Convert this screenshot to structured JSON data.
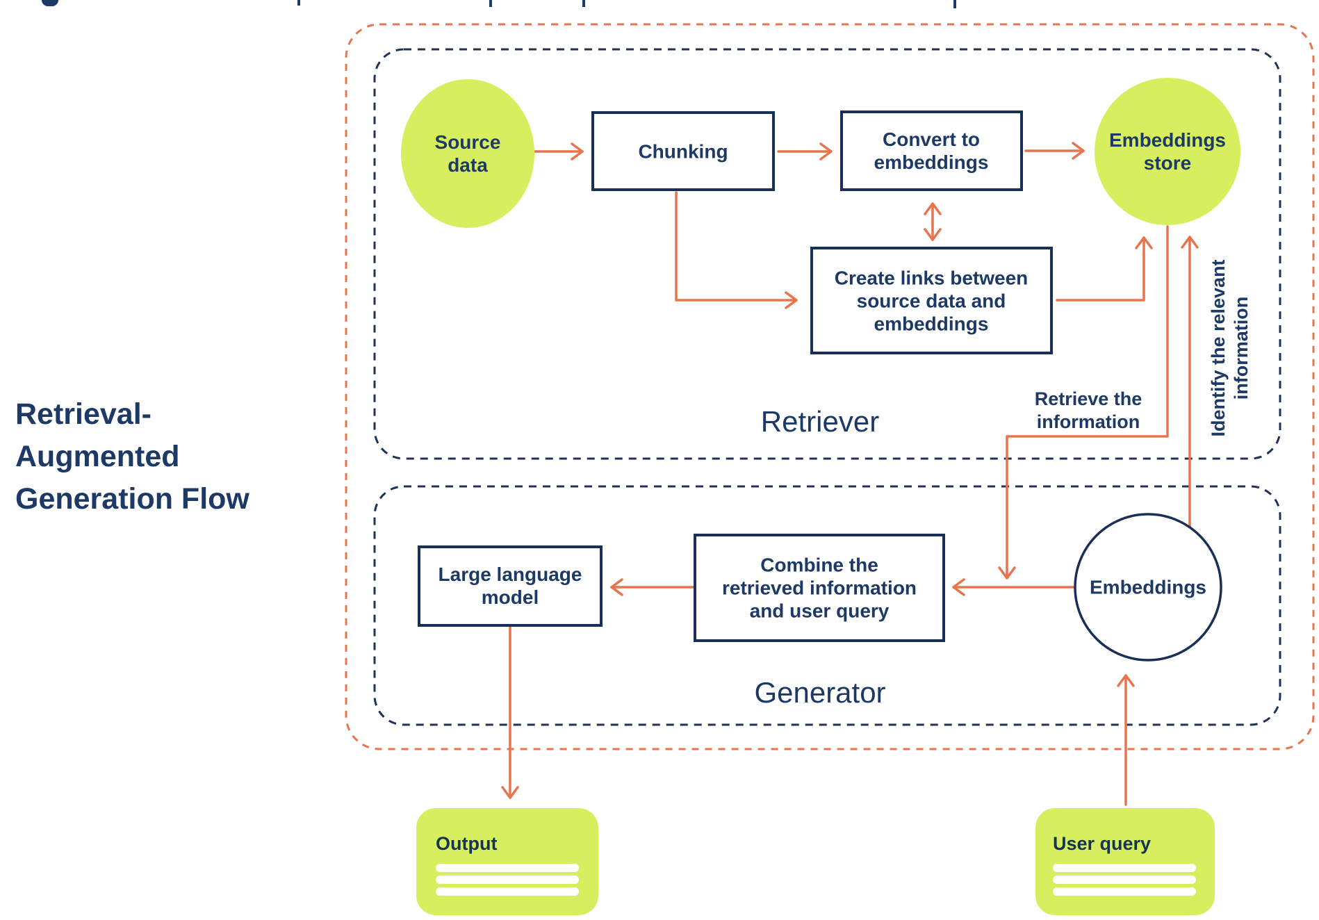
{
  "page": {
    "background": "#ffffff"
  },
  "colors": {
    "lime": "#d7ef5f",
    "orange": "#e8744e",
    "navy_border": "#1a2f55",
    "navy_text": "#1d3965",
    "navy_dash": "#1e3357",
    "white": "#ffffff"
  },
  "title": {
    "lines": [
      "Retrieval-",
      "Augmented",
      "Generation Flow"
    ]
  },
  "sections": {
    "retriever": {
      "label": "Retriever",
      "border": "dashed-navy"
    },
    "generator": {
      "label": "Generator",
      "border": "dashed-navy"
    },
    "outer": {
      "border": "dashed-orange"
    }
  },
  "nodes": {
    "source_data": {
      "shape": "circle",
      "fill": "lime",
      "lines": [
        "Source",
        "data"
      ]
    },
    "chunking": {
      "shape": "rect",
      "fill": "white",
      "lines": [
        "Chunking"
      ]
    },
    "convert": {
      "shape": "rect",
      "fill": "white",
      "lines": [
        "Convert to",
        "embeddings"
      ]
    },
    "store": {
      "shape": "circle",
      "fill": "lime",
      "lines": [
        "Embeddings",
        "store"
      ]
    },
    "create_links": {
      "shape": "rect",
      "fill": "white",
      "lines": [
        "Create links between",
        "source data and",
        "embeddings"
      ]
    },
    "llm": {
      "shape": "rect",
      "fill": "white",
      "lines": [
        "Large language",
        "model"
      ]
    },
    "combine": {
      "shape": "rect",
      "fill": "white",
      "lines": [
        "Combine the",
        "retrieved information",
        "and user query"
      ]
    },
    "embeddings": {
      "shape": "circle",
      "fill": "white",
      "lines": [
        "Embeddings"
      ]
    }
  },
  "annotations": {
    "retrieve": {
      "lines": [
        "Retrieve the",
        "information"
      ],
      "orientation": "horizontal"
    },
    "identify": {
      "lines": [
        "Identify the relevant",
        "information"
      ],
      "orientation": "rotated-90"
    }
  },
  "cards": {
    "output": {
      "label": "Output",
      "placeholder_lines": 3
    },
    "user_query": {
      "label": "User query",
      "placeholder_lines": 3
    }
  },
  "edges": [
    {
      "from": "source_data",
      "to": "chunking"
    },
    {
      "from": "chunking",
      "to": "convert"
    },
    {
      "from": "convert",
      "to": "store"
    },
    {
      "from": "chunking",
      "to": "create_links"
    },
    {
      "from": "convert",
      "to": "create_links",
      "bidirectional": true
    },
    {
      "from": "create_links",
      "to": "store"
    },
    {
      "from": "store",
      "to": "combine",
      "label": "Retrieve the information"
    },
    {
      "from": "embeddings",
      "to": "store",
      "label": "Identify the relevant information"
    },
    {
      "from": "embeddings",
      "to": "combine"
    },
    {
      "from": "combine",
      "to": "llm"
    },
    {
      "from": "llm",
      "to": "output"
    },
    {
      "from": "user_query",
      "to": "embeddings"
    }
  ]
}
